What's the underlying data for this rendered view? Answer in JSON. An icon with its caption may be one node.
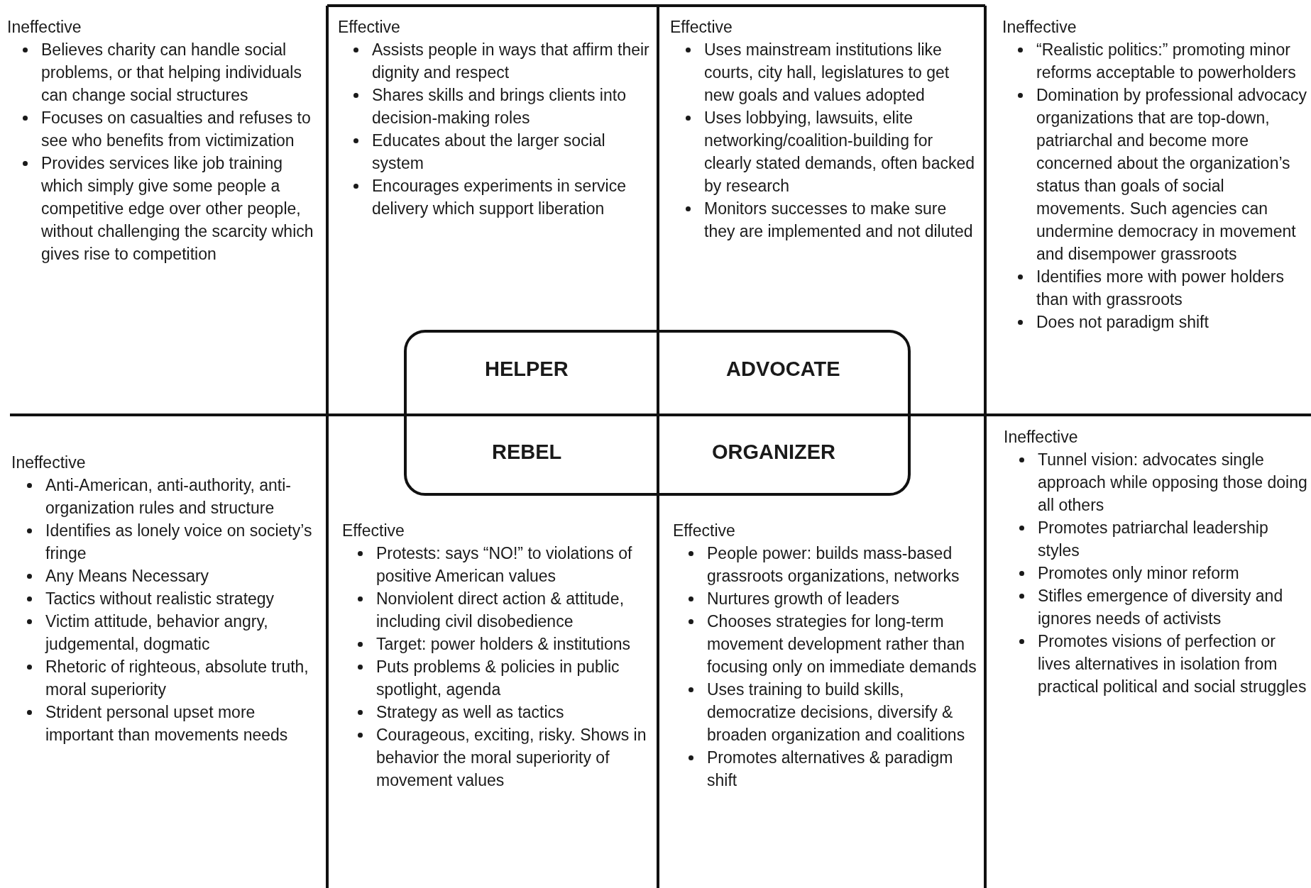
{
  "diagram": {
    "nodes": [
      {
        "text": [
          "Ineffective",
          "Believes charity can handle social problems, or that helping individuals can change social structures",
          "Focuses on casualties and refuses to see who benefits from victimization",
          "Provides services like job training which simply give some people a competitive edge over other people, without challenging the scarcity which gives rise to competition"
        ]
      },
      {
        "text": [
          "Effective",
          "Assists people in ways that affirm their dignity and respect",
          "Shares skills and brings clients into decision-making roles",
          "Educates about the larger social system",
          "Encourages experiments in service delivery which support liberation"
        ]
      },
      {
        "text": [
          "Effective",
          "Uses mainstream institutions like courts, city hall, legislatures to get new goals and values adopted",
          "Uses lobbying, lawsuits, elite networking/coalition-building for clearly stated demands, often backed by research",
          "Monitors successes to make sure they are implemented and not diluted"
        ]
      },
      {
        "text": [
          "Ineffective",
          "“Realistic politics:” promoting minor reforms acceptable to powerholders",
          "Domination by professional advocacy organizations that are top-down, patriarchal and become more concerned about the organization’s status than goals of social movements. Such agencies can undermine democracy in movement and disempower grassroots",
          "Identifies more with power holders than with grassroots",
          "Does not paradigm shift"
        ]
      },
      {
        "text": [
          "HELPER",
          "ADVOCATE",
          "REBEL",
          "ORGANIZER"
        ]
      },
      {
        "text": [
          "Ineffective",
          "Anti-American, anti-authority, anti-organization rules and structure",
          "Identifies as lonely voice on society’s fringe",
          "Any Means Necessary",
          "Tactics without realistic strategy",
          "Victim attitude, behavior angry, judgemental, dogmatic",
          "Rhetoric of righteous, absolute truth, moral superiority",
          "Strident personal upset more important than movements needs"
        ]
      },
      {
        "text": [
          "Effective",
          "Protests: says “NO!” to violations of positive American values",
          "Nonviolent direct action & attitude, including civil disobedience",
          "Target: power holders & institutions",
          "Puts problems & policies in public spotlight, agenda",
          "Strategy as well as tactics",
          "Courageous, exciting, risky. Shows in behavior the moral superiority of movement values"
        ]
      },
      {
        "text": [
          "Effective",
          "People power: builds mass-based grassroots organizations, networks",
          "Nurtures growth of leaders",
          "Chooses strategies for long-term movement development rather than focusing only on immediate demands",
          "Uses training to build skills, democratize decisions, diversify & broaden organization and coalitions",
          "Promotes alternatives & paradigm shift"
        ]
      },
      {
        "text": [
          "Ineffective",
          "Tunnel vision: advocates single approach while opposing those doing all others",
          "Promotes patriarchal leadership styles",
          "Promotes only minor reform",
          "Stifles emergence of diversity and ignores needs of activists",
          "Promotes visions of perfection or lives alternatives in isolation from practical political and social struggles"
        ]
      }
    ]
  }
}
